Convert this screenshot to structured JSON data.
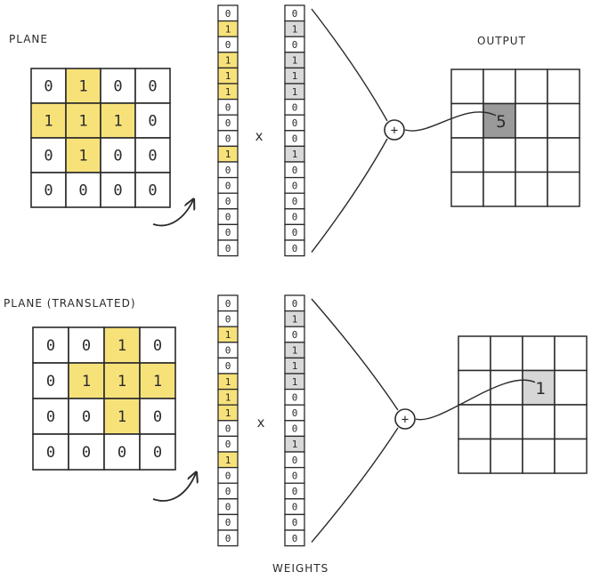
{
  "labels": {
    "plane": "PLANE",
    "plane_translated": "PLANE (TRANSLATED)",
    "output": "OUTPUT",
    "weights": "WEIGHTS",
    "times": "x",
    "plus": "+"
  },
  "colors": {
    "highlight": "#f7e27a",
    "weight_fill": "#d9d9d9",
    "output_dark": "#9a9a9a",
    "output_light": "#d6d6d6",
    "ink": "#2a2a2a"
  },
  "panels": [
    {
      "grid": [
        [
          "0",
          "1",
          "0",
          "0"
        ],
        [
          "1",
          "1",
          "1",
          "0"
        ],
        [
          "0",
          "1",
          "0",
          "0"
        ],
        [
          "0",
          "0",
          "0",
          "0"
        ]
      ],
      "highlight_cells": [
        [
          0,
          1
        ],
        [
          1,
          0
        ],
        [
          1,
          1
        ],
        [
          1,
          2
        ],
        [
          2,
          1
        ]
      ],
      "flat_vector": [
        "0",
        "1",
        "0",
        "1",
        "1",
        "1",
        "0",
        "0",
        "0",
        "1",
        "0",
        "0",
        "0",
        "0",
        "0",
        "0"
      ],
      "weight_vector": [
        "0",
        "1",
        "0",
        "1",
        "1",
        "1",
        "0",
        "0",
        "0",
        "1",
        "0",
        "0",
        "0",
        "0",
        "0",
        "0"
      ],
      "output_value": "5",
      "output_cell": [
        1,
        1
      ]
    },
    {
      "grid": [
        [
          "0",
          "0",
          "1",
          "0"
        ],
        [
          "0",
          "1",
          "1",
          "1"
        ],
        [
          "0",
          "0",
          "1",
          "0"
        ],
        [
          "0",
          "0",
          "0",
          "0"
        ]
      ],
      "highlight_cells": [
        [
          0,
          2
        ],
        [
          1,
          1
        ],
        [
          1,
          2
        ],
        [
          1,
          3
        ],
        [
          2,
          2
        ]
      ],
      "flat_vector": [
        "0",
        "0",
        "1",
        "0",
        "0",
        "1",
        "1",
        "1",
        "0",
        "0",
        "1",
        "0",
        "0",
        "0",
        "0",
        "0"
      ],
      "weight_vector": [
        "0",
        "1",
        "0",
        "1",
        "1",
        "1",
        "0",
        "0",
        "0",
        "1",
        "0",
        "0",
        "0",
        "0",
        "0",
        "0"
      ],
      "output_value": "1",
      "output_cell": [
        1,
        2
      ]
    }
  ]
}
